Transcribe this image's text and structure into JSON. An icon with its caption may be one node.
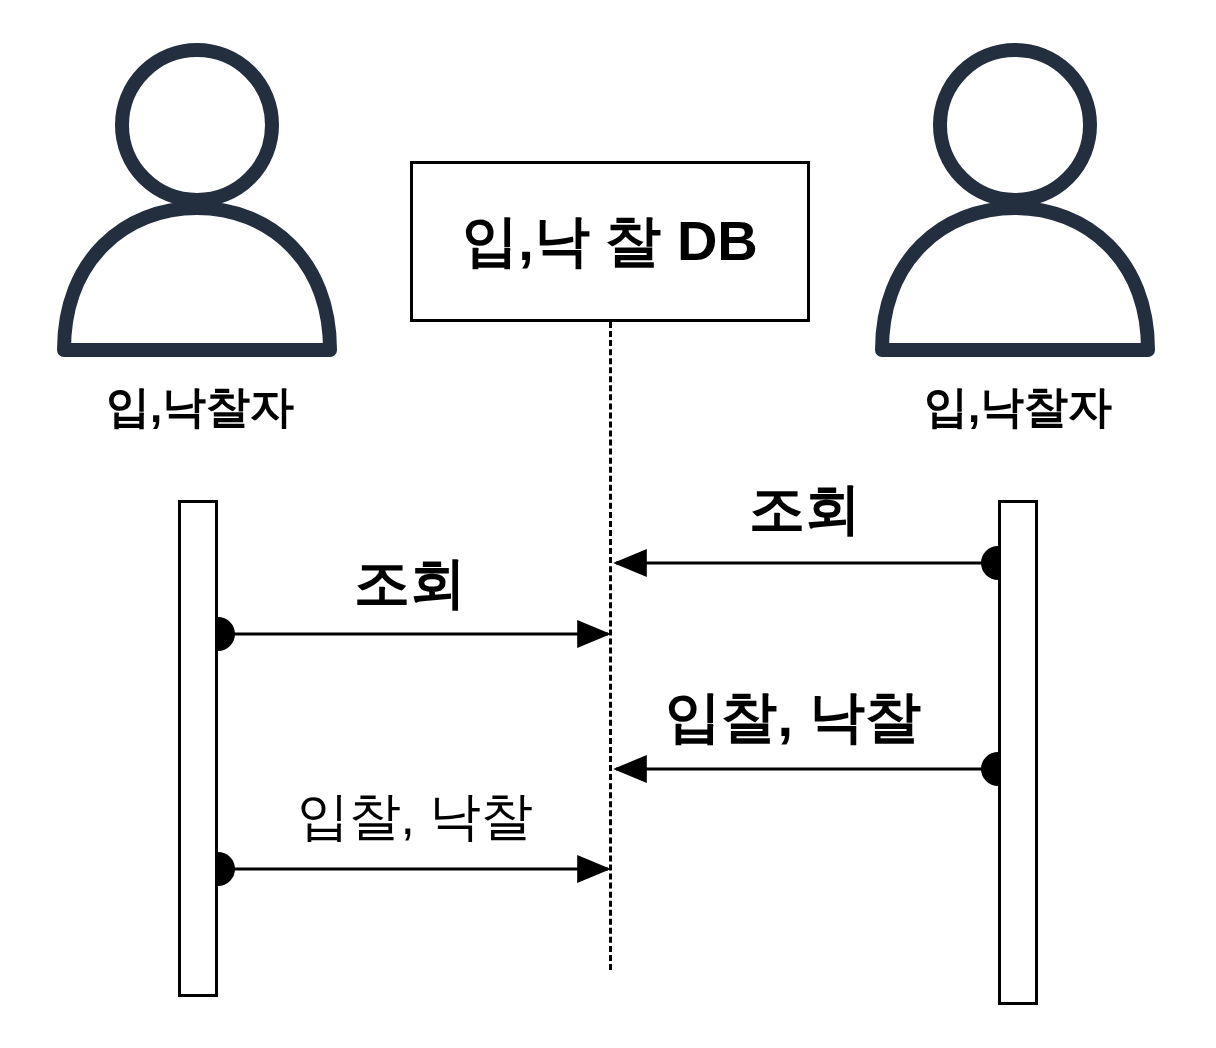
{
  "diagram": {
    "nodes": [
      {
        "text": [
          "입,낙찰자"
        ]
      },
      {
        "text": [
          "입,낙 찰 DB"
        ]
      },
      {
        "text": [
          "입,낙찰자"
        ]
      },
      {
        "text": [],
        "shape": "bar"
      },
      {
        "text": [],
        "shape": "line"
      },
      {
        "text": [],
        "shape": "bar"
      }
    ],
    "edges": [
      {
        "from": 5,
        "to": 4,
        "arrow": "to",
        "label": "조회"
      },
      {
        "from": 3,
        "to": 4,
        "arrow": "to",
        "label": "조회"
      },
      {
        "from": 5,
        "to": 4,
        "arrow": "to",
        "label": "입찰, 낙찰"
      },
      {
        "from": 3,
        "to": 4,
        "arrow": "to",
        "label": "입찰, 낙찰"
      }
    ]
  }
}
